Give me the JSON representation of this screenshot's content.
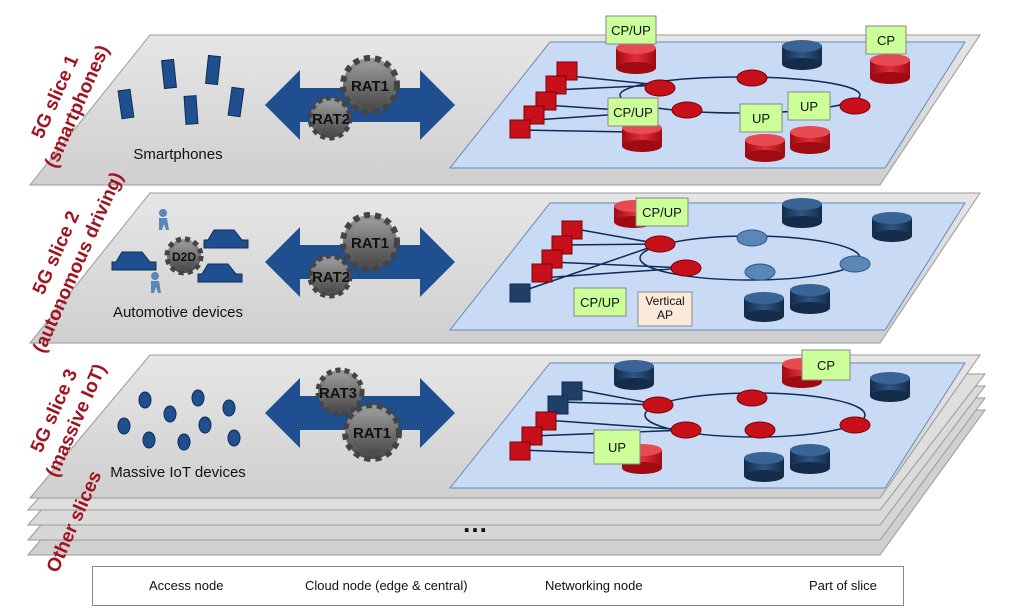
{
  "slices": [
    {
      "id": "slice-1",
      "label_line1": "5G slice 1",
      "label_line2": "(smartphones)",
      "devices_label": "Smartphones",
      "rats": [
        "RAT1",
        "RAT2"
      ],
      "function_labels": [
        "CP/UP",
        "CP/UP",
        "CP",
        "UP",
        "UP"
      ]
    },
    {
      "id": "slice-2",
      "label_line1": "5G slice 2",
      "label_line2": "(autonomous driving)",
      "devices_label": "Automotive devices",
      "rats": [
        "RAT1",
        "RAT2"
      ],
      "d2d": "D2D",
      "function_labels": [
        "CP/UP",
        "CP/UP"
      ],
      "vertical_ap": "Vertical AP"
    },
    {
      "id": "slice-3",
      "label_line1": "5G slice 3",
      "label_line2": "(massive IoT)",
      "devices_label": "Massive IoT devices",
      "rats": [
        "RAT3",
        "RAT1"
      ],
      "function_labels": [
        "CP",
        "UP"
      ]
    }
  ],
  "other_slices_label": "Other slices",
  "ellipsis": "…",
  "legend": {
    "access_node": "Access node",
    "cloud_node": "Cloud node (edge & central)",
    "networking_node": "Networking node",
    "part_of_slice": "Part of slice"
  },
  "colors": {
    "slice_red": "#c8101a",
    "node_blue": "#1f3f66",
    "net_blue": "#5a86b8",
    "note_green": "#ccff99",
    "plane_gray": "#d9d9d9",
    "panel_blue": "#c9daf5",
    "arrow_blue": "#1f4f8f",
    "label_red": "#a01420"
  },
  "icons": [
    "smartphone-icon",
    "car-icon",
    "pedestrian-icon",
    "iot-sensor-icon",
    "gear-icon",
    "cube-icon",
    "cylinder-icon",
    "router-icon"
  ]
}
